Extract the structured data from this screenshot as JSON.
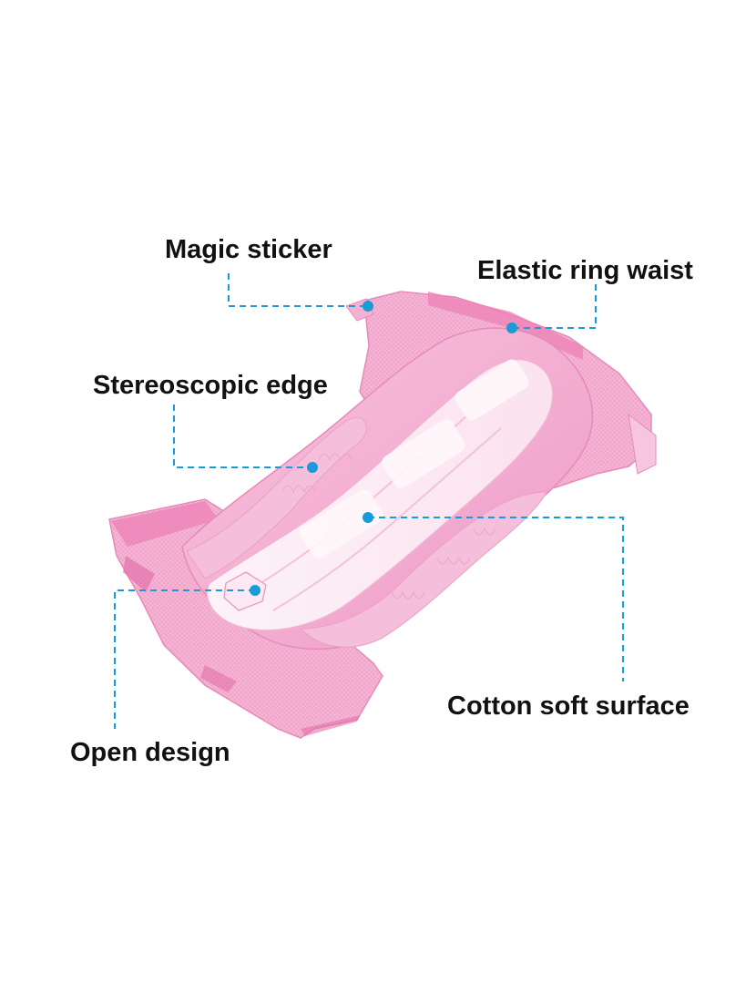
{
  "labels": {
    "magic_sticker": "Magic sticker",
    "elastic_ring_waist": "Elastic ring waist",
    "stereoscopic_edge": "Stereoscopic edge",
    "cotton_soft_surface": "Cotton soft surface",
    "open_design": "Open design"
  },
  "colors": {
    "text": "#111111",
    "callout": "#1a9ad6",
    "diaper_pink": "#f2a7cf",
    "diaper_pink_dark": "#e86aa8",
    "diaper_inner": "#fbe4f0",
    "background": "#ffffff"
  },
  "icons": {
    "product": "diaper-illustration",
    "marker": "callout-dot"
  }
}
